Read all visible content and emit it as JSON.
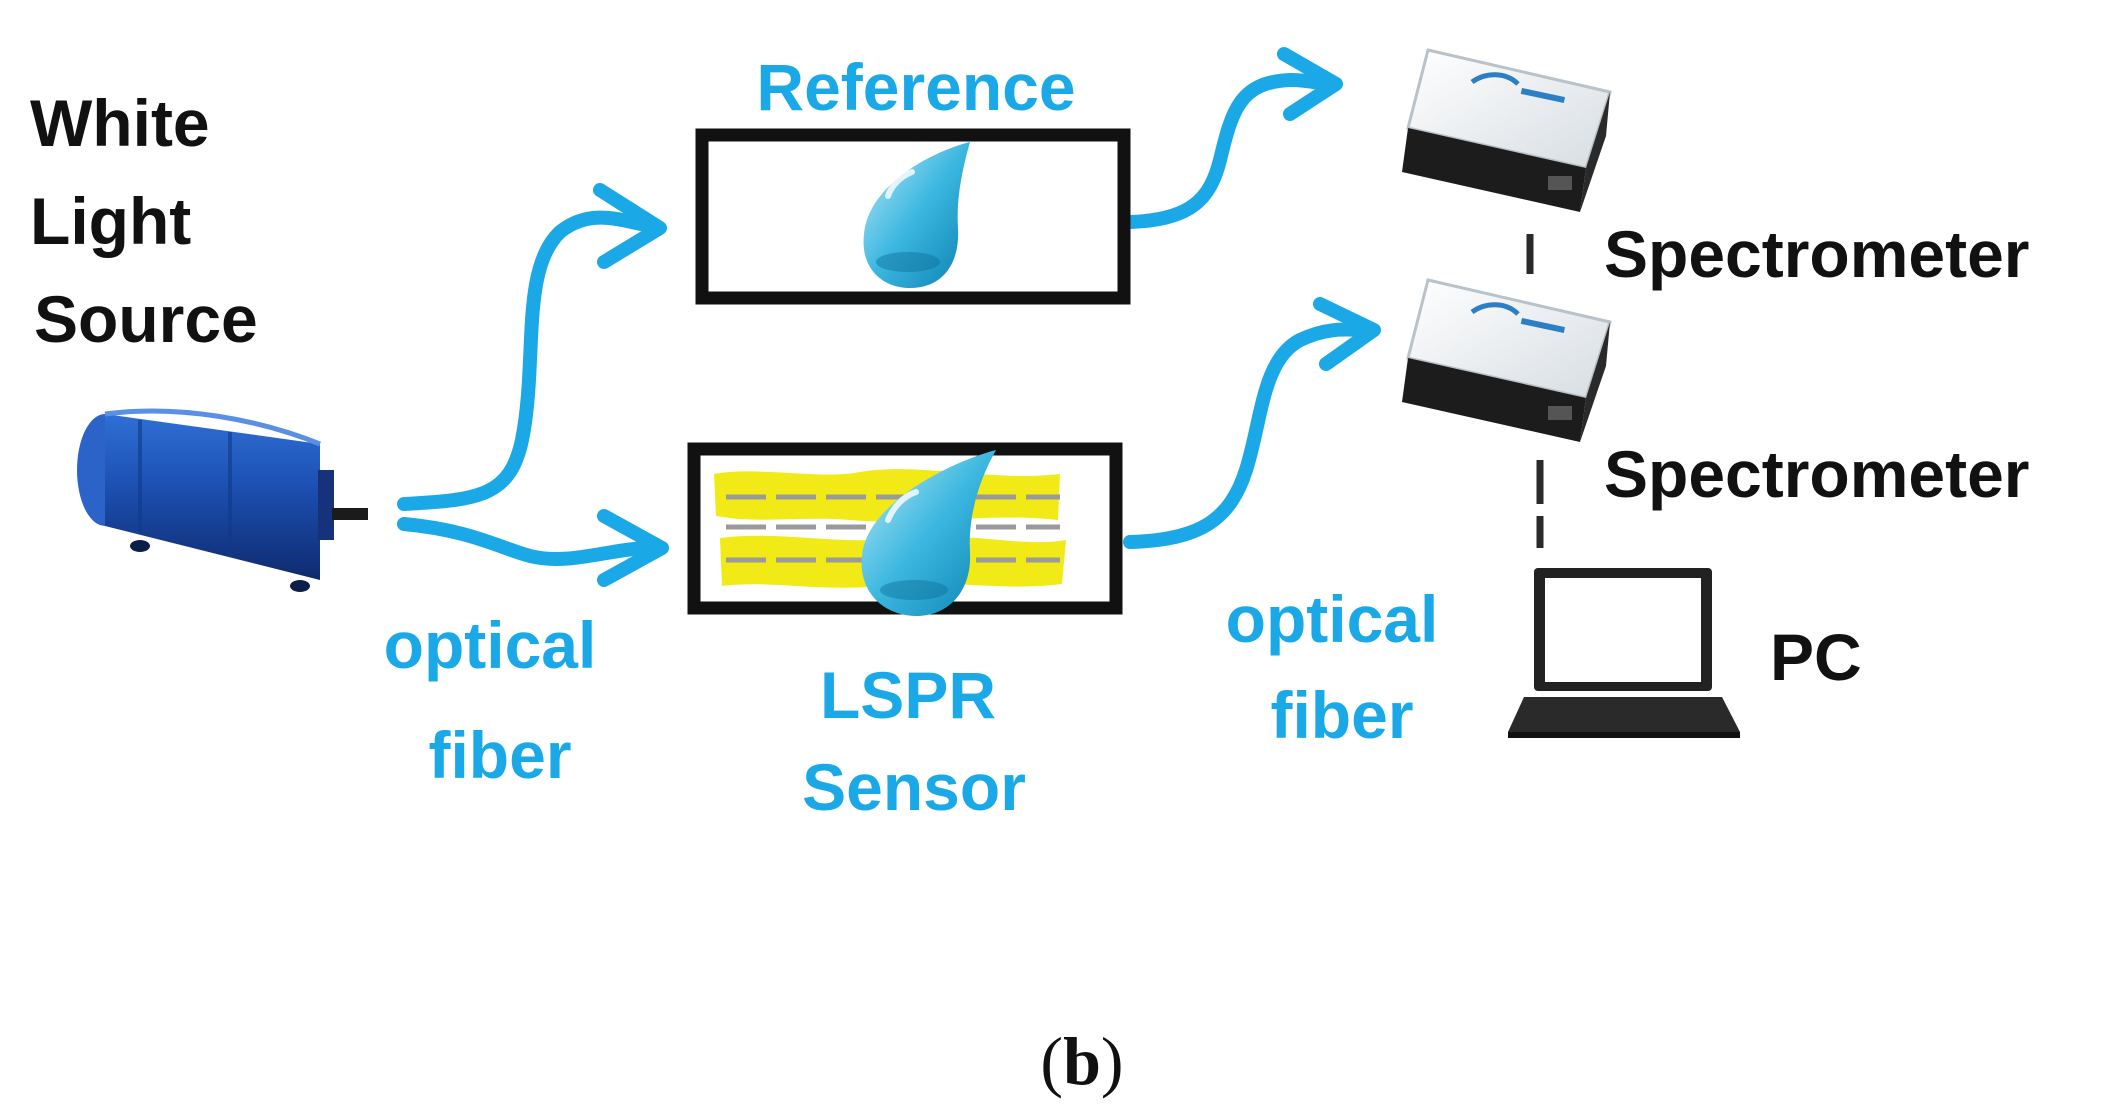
{
  "labels": {
    "source_line1": "White",
    "source_line2": "Light",
    "source_line3": "Source",
    "reference": "Reference",
    "spectrometer_top": "Spectrometer",
    "spectrometer_bottom": "Spectrometer",
    "pc": "PC",
    "fiber_left_line1": "optical",
    "fiber_left_line2": "fiber",
    "sensor_line1": "LSPR",
    "sensor_line2": "Sensor",
    "fiber_right_line1": "optical",
    "fiber_right_line2": "fiber",
    "caption_open": "(",
    "caption_letter": "b",
    "caption_close": ")"
  },
  "icons": {
    "light_source": "white-light-source-device-icon",
    "droplet": "water-droplet-icon",
    "spectrometer": "spectrometer-device-icon",
    "laptop": "laptop-icon"
  },
  "colors": {
    "accent_blue": "#1aa9e6",
    "text_black": "#111111",
    "sensor_yellow": "#f2ea17",
    "source_blue": "#1a4fb3"
  }
}
